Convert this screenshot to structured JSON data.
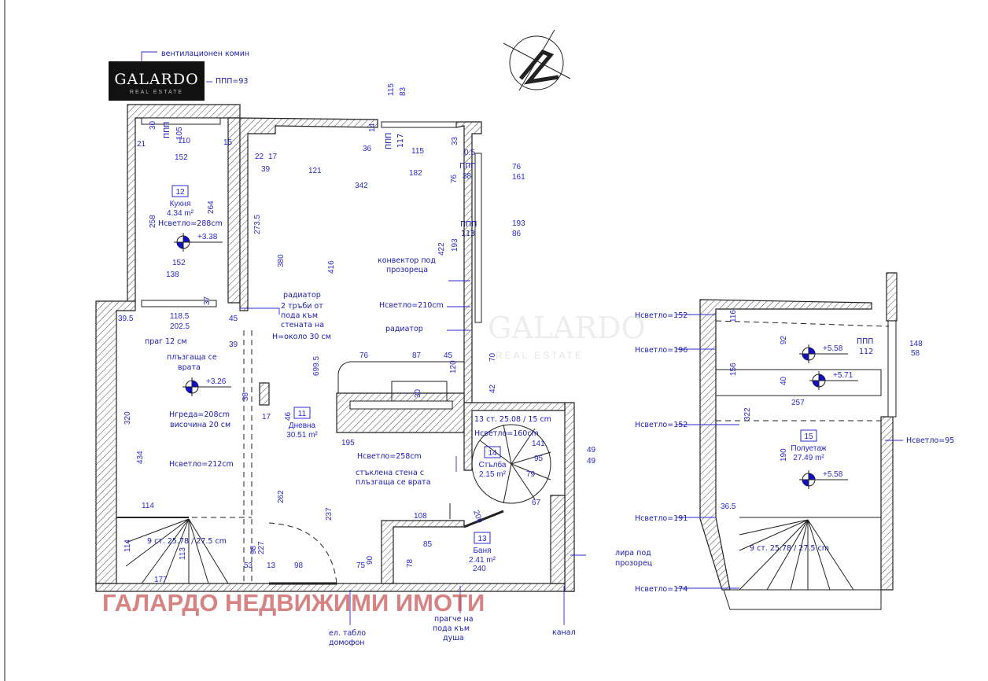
{
  "logo": {
    "main": "GALARDO",
    "sub": "REAL ESTATE"
  },
  "watermark": {
    "text": "ГАЛАРДО НЕДВИЖИМИ ИМОТИ",
    "faint_main": "GALARDO",
    "faint_sub": "REAL ESTATE",
    "color": "#c04040"
  },
  "colors": {
    "dimension": "#2a2ad0",
    "wall": "#222222"
  },
  "rooms": [
    {
      "number": "12",
      "name": "Кухня",
      "area": "4.34 m²"
    },
    {
      "number": "11",
      "name": "Дневна",
      "area": "30.51 m²"
    },
    {
      "number": "14",
      "name": "Стълба",
      "area": "2.15 m²"
    },
    {
      "number": "13",
      "name": "Баня",
      "area": "2.41 m²"
    },
    {
      "number": "15",
      "name": "Полуетаж",
      "area": "27.49 m²"
    }
  ],
  "levels": [
    "+3.38",
    "+3.26",
    "+5.58",
    "+5.71",
    "+5.58"
  ],
  "annotations": [
    "вентилационен комин",
    "ППП=93",
    "радиатор",
    "2 тръби от",
    "пода към",
    "стената на",
    "H=около 30 см",
    "конвектор под",
    "прозореца",
    "Hсветло=210cm",
    "радиатор",
    "праг 12 см",
    "плъзгаща се",
    "врата",
    "Hгреда=208cm",
    "височина 20 см",
    "Hсветло=212cm",
    "Hсветло=288cm",
    "Hсветло=258cm",
    "стъклена стена с",
    "плъзгаща се врата",
    "13 ст. 25.08 / 15 cm",
    "Hсветло=160cm",
    "9 ст. 25.78 / 27.5 cm",
    "лира под",
    "прозорец",
    "ел. табло",
    "домофон",
    "прагче на",
    "пода към",
    "душа",
    "канал",
    "Hсветло=152",
    "Hсветло=196",
    "Hсветло=152",
    "Hсветло=191",
    "Hсветло=174",
    "Hсветло=95",
    "9 ст. 25.78 / 27.5 cm",
    "ППП",
    "112",
    "ППП",
    "ППП",
    "117",
    "ППП",
    "ППП",
    "113"
  ],
  "dimensions": [
    "30",
    "105",
    "110",
    "21",
    "15",
    "152",
    "258",
    "264",
    "152",
    "138",
    "37",
    "22",
    "17",
    "39",
    "121",
    "182",
    "342",
    "273.5",
    "380",
    "416",
    "14",
    "36",
    "115",
    "33",
    "0.5",
    "38",
    "76",
    "422",
    "193",
    "115",
    "83",
    "76",
    "161",
    "193",
    "86",
    "39.5",
    "118.5",
    "202.5",
    "45",
    "39",
    "699.5",
    "76",
    "87",
    "45",
    "70",
    "120",
    "42",
    "30",
    "38",
    "17",
    "46",
    "195",
    "141",
    "95",
    "49",
    "49",
    "79",
    "67",
    "320",
    "434",
    "262",
    "237",
    "114",
    "108",
    "114",
    "113",
    "98",
    "227",
    "200",
    "85",
    "78",
    "90",
    "240",
    "53",
    "13",
    "98",
    "75",
    "177",
    "116",
    "92",
    "156",
    "40",
    "257",
    "322",
    "190",
    "36.5",
    "148",
    "58"
  ]
}
